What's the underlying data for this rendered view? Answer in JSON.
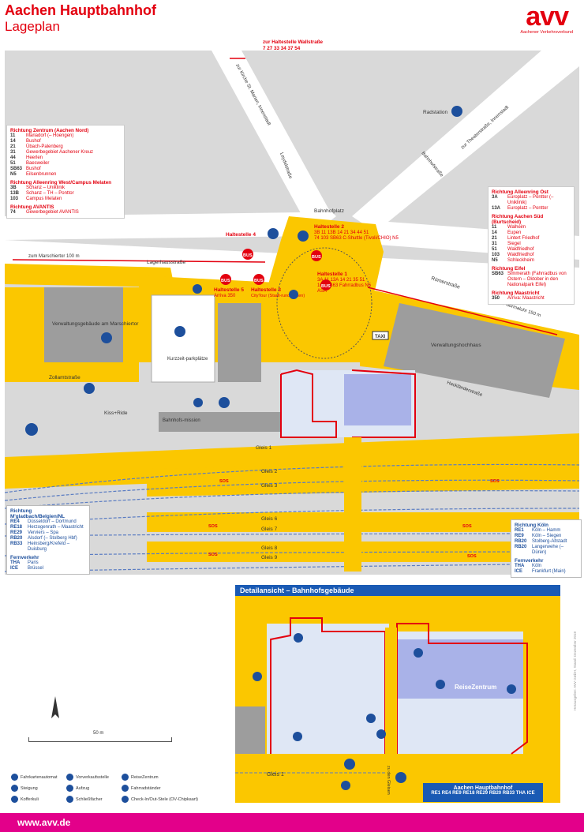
{
  "header": {
    "title": "Aachen Hauptbahnhof",
    "subtitle": "Lageplan",
    "logo_text": "avv",
    "logo_sub": "Aachener Verkehrsverbund"
  },
  "colors": {
    "yellow": "#fbc700",
    "red": "#e3000f",
    "blue": "#1d4f9c",
    "grey": "#d9d9d9",
    "dark_grey": "#9d9d9d",
    "lilac": "#a9b2e8",
    "magenta": "#e3008a"
  },
  "streets": {
    "wallstrasse_bus": "zur Haltestelle Wallstraße",
    "wallstrasse_lines": "7  27  33  34  37  54",
    "kirche": "zur Kirche St. Marien, Innenstadt",
    "theaterstrasse": "zur Theaterstraße, Innenstadt",
    "radstation": "Radstation",
    "bahnhofstrasse": "Bahnhofstraße",
    "leydelstrasse": "Leydelstraße",
    "bahnhofplatz": "Bahnhofplatz",
    "marschiertor": "zum Marschiertor 100 m",
    "lagerhausstrasse": "Lagerhausstraße",
    "roemerstrasse": "Römerstraße",
    "normaluhr": "zur Normaluhr 150 m",
    "verwaltung": "Verwaltungsgebäude am Marschiertor",
    "verwaltungshochhaus": "Verwaltungshochhaus",
    "kurzzeit": "Kurzzeit-parkplätze",
    "zollamtstrasse": "Zollamtstraße",
    "kissride": "Kiss+Ride",
    "bahnhofsmission": "Bahnhofs-mission",
    "hacklaender": "Hackländerstraße",
    "taxi": "TAXI"
  },
  "stops": {
    "h1_name": "Haltestelle 1",
    "h1_lines": "3A  11  13A  14  21  35  51",
    "h1_lines2": "103  SB63  Fahrradbus  N5",
    "h1_lines3": "ASA",
    "h2_name": "Haltestelle 2",
    "h2_lines": "3B  11  13B  14  21  34  44  51",
    "h2_lines2": "74  103  SB63  C-Shuttle (Tivoli/CHIO)  N5",
    "h3_name": "Haltestelle 3",
    "h3_lines": "CityTour (Stadt-rundfahrten)",
    "h4_name": "Haltestelle 4",
    "h5_name": "Haltestelle 5",
    "h5_lines": "Arriva 350",
    "bus": "BUS"
  },
  "tracks": {
    "g1": "Gleis 1",
    "g2": "Gleis 2",
    "g3": "Gleis 3",
    "g6": "Gleis 6",
    "g7": "Gleis 7",
    "g8": "Gleis 8",
    "g9": "Gleis 9",
    "sos": "SOS"
  },
  "panel_left": {
    "groups": [
      {
        "heading": "Richtung Zentrum (Aachen Nord)",
        "rows": [
          {
            "n": "11",
            "d": "Mariadorf (– Hoengen)"
          },
          {
            "n": "14",
            "d": "Bushof"
          },
          {
            "n": "21",
            "d": "Übach-Palenberg"
          },
          {
            "n": "31",
            "d": "Gewerbegebiet Aachener Kreuz"
          },
          {
            "n": "44",
            "d": "Heerlen"
          },
          {
            "n": "51",
            "d": "Baesweiler"
          },
          {
            "n": "SB63",
            "d": "Bushof"
          },
          {
            "n": "N5",
            "d": "Eilsenbrunnen"
          }
        ]
      },
      {
        "heading": "Richtung Alleenring West/Campus Melaten",
        "rows": [
          {
            "n": "3B",
            "d": "Schanz – Uniklinik"
          },
          {
            "n": "13B",
            "d": "Schanz – TH – Ponttor"
          },
          {
            "n": "103",
            "d": "Campus Melaten"
          }
        ]
      },
      {
        "heading": "Richtung AVANTIS",
        "rows": [
          {
            "n": "74",
            "d": "Gewerbegebiet AVANTIS"
          }
        ]
      }
    ]
  },
  "panel_right": {
    "groups": [
      {
        "heading": "Richtung Alleenring Ost",
        "rows": [
          {
            "n": "3A",
            "d": "Europlatz – Ponttor (– Uniklinik)"
          },
          {
            "n": "13A",
            "d": "Europlatz – Ponttor"
          }
        ]
      },
      {
        "heading": "Richtung Aachen Süd (Burtscheid)",
        "rows": [
          {
            "n": "11",
            "d": "Walheim"
          },
          {
            "n": "14",
            "d": "Eupen"
          },
          {
            "n": "21",
            "d": "Lintert Friedhof"
          },
          {
            "n": "31",
            "d": "Siegel"
          },
          {
            "n": "51",
            "d": "Waldfriedhof"
          },
          {
            "n": "103",
            "d": "Waldfriedhof"
          },
          {
            "n": "N5",
            "d": "Schleckheim"
          }
        ]
      },
      {
        "heading": "Richtung Eifel",
        "rows": [
          {
            "n": "SB63",
            "d": "Simmerath (Fahrradbus von Ostern – Oktober in den Nationalpark Eifel)"
          }
        ]
      },
      {
        "heading": "Richtung Maastricht",
        "rows": [
          {
            "n": "350",
            "d": "Arriva: Maastricht"
          }
        ]
      }
    ]
  },
  "panel_rail_left": {
    "groups": [
      {
        "heading": "Richtung M'gladbach/Belgien/NL",
        "rows": [
          {
            "n": "RE4",
            "d": "Düsseldorf – Dortmund"
          },
          {
            "n": "RE18",
            "d": "Herzogenrath – Maastricht"
          },
          {
            "n": "RE29",
            "d": "Verviers – Spa"
          },
          {
            "n": "RB20",
            "d": "Alsdorf (– Stolberg Hbf)"
          },
          {
            "n": "RB33",
            "d": "Heinsberg/Krefeld – Duisburg"
          }
        ]
      },
      {
        "heading": "Fernverkehr",
        "rows": [
          {
            "n": "THA",
            "d": "Paris"
          },
          {
            "n": "ICE",
            "d": "Brüssel"
          }
        ]
      }
    ]
  },
  "panel_rail_right": {
    "groups": [
      {
        "heading": "Richtung Köln",
        "rows": [
          {
            "n": "RE1",
            "d": "Köln – Hamm"
          },
          {
            "n": "RE9",
            "d": "Köln – Siegen"
          },
          {
            "n": "RB20",
            "d": "Stolberg-Altstadt"
          },
          {
            "n": "RB20",
            "d": "Langerwehe (– Düren)"
          }
        ]
      },
      {
        "heading": "Fernverkehr",
        "rows": [
          {
            "n": "THA",
            "d": "Köln"
          },
          {
            "n": "ICE",
            "d": "Frankfurt (Main)"
          }
        ]
      }
    ]
  },
  "detail": {
    "heading": "Detailansicht – Bahnhofsgebäude",
    "reisezentrum": "ReiseZentrum",
    "gleis1": "Gleis 1",
    "zu_gleisen": "zu den Gleisen",
    "station_name": "Aachen Hauptbahnhof",
    "station_lines": "RE1 RE4 RE9 RE18 RE29 RB20 RB33 THA ICE"
  },
  "scale": {
    "label": "50 m"
  },
  "legend": {
    "items": [
      "Fahrkartenautomat",
      "Vorverkaufsstelle",
      "ReiseZentrum",
      "Steigung",
      "Aufzug",
      "Fahrradständer",
      "Kofferkuli",
      "Schließfächer",
      "Check-In/Out-Stele (OV-Chipkaart)"
    ]
  },
  "footer": {
    "url": "www.avv.de"
  },
  "credit": "Herausgeber: AVV GmbH, Stand: Dezember 2018"
}
